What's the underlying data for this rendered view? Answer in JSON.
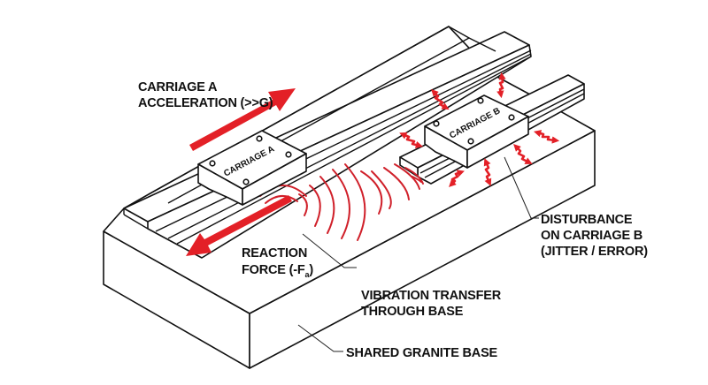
{
  "diagram": {
    "colors": {
      "accent": "#e32027",
      "wave": "#d0202a",
      "line": "#111111"
    },
    "carriage_a": {
      "plate": "CARRIAGE A"
    },
    "carriage_b": {
      "plate": "CARRIAGE B"
    },
    "labels": {
      "acceleration": {
        "line1": "CARRIAGE A",
        "line2": "ACCELERATION (>>G)"
      },
      "reaction": {
        "line1": "REACTION",
        "line2_prefix": "FORCE (-F",
        "subscript": "a",
        "line2_suffix": ")"
      },
      "vibration": {
        "line1": "VIBRATION TRANSFER",
        "line2": "THROUGH BASE"
      },
      "disturbance": {
        "line1": "DISTURBANCE",
        "line2": "ON CARRIAGE B",
        "line3": "(JITTER / ERROR)"
      },
      "base": {
        "line1": "SHARED GRANITE BASE"
      }
    },
    "icons": {
      "acceleration_arrow": "arrow-up-right",
      "reaction_arrow": "arrow-down-left",
      "jitter_arrows": "double-headed-zigzag-arrow",
      "vibration_waves": "concentric-arcs"
    }
  }
}
